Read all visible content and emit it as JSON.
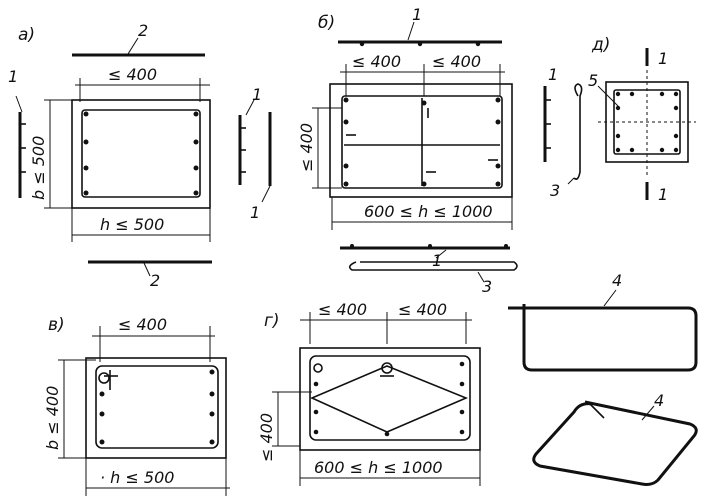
{
  "panels": {
    "a": {
      "label": "а)",
      "top_dim": "≤ 400",
      "side_dim": "b ≤ 500",
      "bottom_dim": "h ≤ 500",
      "callouts": {
        "bar_top": "2",
        "bar_bottom": "2",
        "left": "1",
        "right_upper": "1",
        "right_lower": "1"
      }
    },
    "b": {
      "label": "б)",
      "top_dim_left": "≤ 400",
      "top_dim_right": "≤ 400",
      "side_dim": "≤ 400",
      "bottom_dim": "600 ≤ h ≤ 1000",
      "callouts": {
        "top_bar": "1",
        "bottom_bar": "1",
        "stirrup": "3"
      }
    },
    "d": {
      "label": "д)",
      "callouts": {
        "left_bar": "1",
        "hook": "3",
        "inner": "5",
        "section_top": "1",
        "section_bottom": "1"
      }
    },
    "v": {
      "label": "в)",
      "top_dim": "≤ 400",
      "side_dim": "b ≤ 400",
      "bottom_dim": "· h ≤ 500"
    },
    "g": {
      "label": "г)",
      "top_dim_left": "≤ 400",
      "top_dim_right": "≤ 400",
      "side_dim": "≤ 400",
      "bottom_dim": "600 ≤ h ≤ 1000"
    },
    "stirrups": {
      "callout_upper": "4",
      "callout_lower": "4"
    }
  }
}
